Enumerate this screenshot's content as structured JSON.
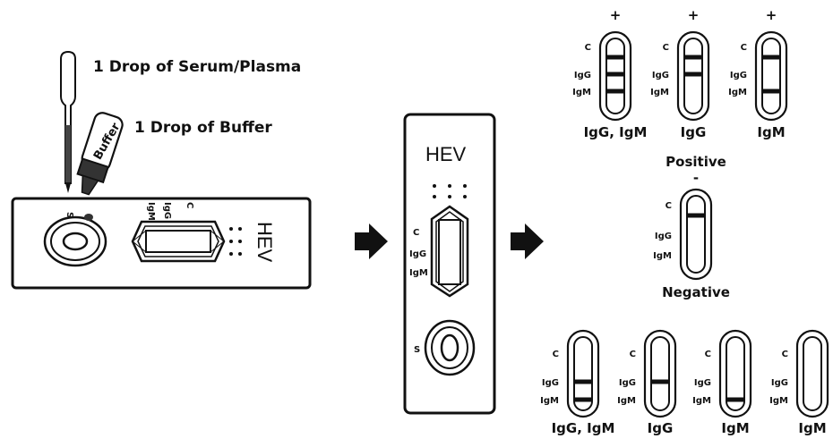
{
  "instructions": {
    "serum": "1 Drop of Serum/Plasma",
    "buffer": "1 Drop of Buffer",
    "buffer_bottle": "Buffer"
  },
  "cassette": {
    "brand": "HEV",
    "sample_label": "S",
    "line_c": "C",
    "line_igg": "IgG",
    "line_igm": "IgM"
  },
  "results": {
    "positive_label": "Positive",
    "negative_label": "Negative",
    "plus": "+",
    "minus": "-",
    "line_c": "C",
    "line_igg": "IgG",
    "line_igm": "IgM",
    "positive": [
      {
        "caption": "IgG, IgM",
        "lines": [
          "C",
          "IgG",
          "IgM"
        ]
      },
      {
        "caption": "IgG",
        "lines": [
          "C",
          "IgG"
        ]
      },
      {
        "caption": "IgM",
        "lines": [
          "C",
          "IgM"
        ]
      }
    ],
    "negative": {
      "lines": [
        "C"
      ]
    },
    "invalid": [
      {
        "caption": "IgG, IgM",
        "lines": [
          "IgG",
          "IgM"
        ]
      },
      {
        "caption": "IgG",
        "lines": [
          "IgG"
        ]
      },
      {
        "caption": "IgM",
        "lines": [
          "IgM"
        ]
      },
      {
        "caption": "IgM",
        "lines": []
      }
    ]
  }
}
